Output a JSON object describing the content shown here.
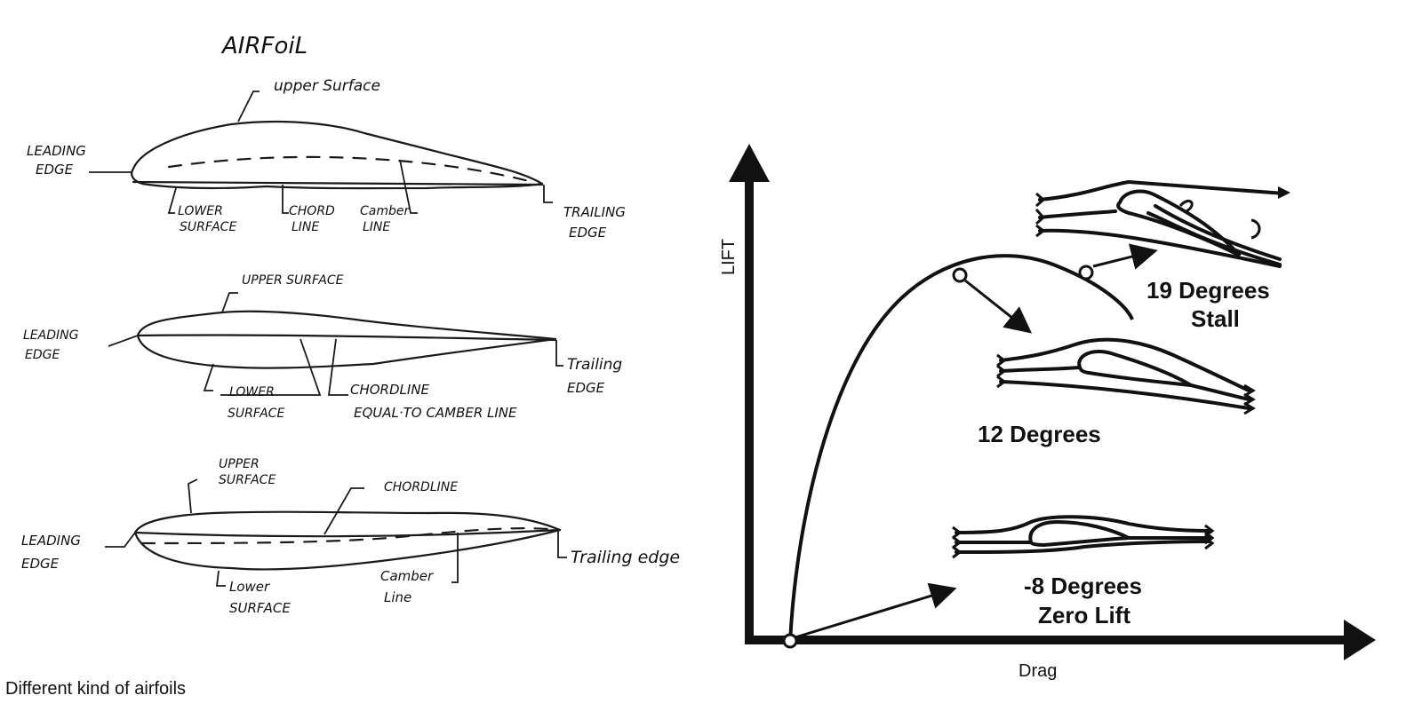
{
  "left": {
    "title": "AIRFoiL",
    "caption": "Different kind of airfoils",
    "airfoil1": {
      "upper_surface": "upper Surface",
      "leading_edge_1": "LEADING",
      "leading_edge_2": "EDGE",
      "lower_surface_1": "LOWER",
      "lower_surface_2": "SURFACE",
      "chord_line_1": "CHORD",
      "chord_line_2": "LINE",
      "camber_line_1": "Camber",
      "camber_line_2": "LINE",
      "trailing_edge_1": "TRAILING",
      "trailing_edge_2": "EDGE"
    },
    "airfoil2": {
      "upper_surface": "UPPER SURFACE",
      "leading_edge_1": "LEADING",
      "leading_edge_2": "EDGE",
      "lower_surface_1": "LOWER",
      "lower_surface_2": "SURFACE",
      "chordline_1": "CHORDLINE",
      "chordline_2": "EQUAL·TO CAMBER LINE",
      "trailing_edge_1": "Trailing",
      "trailing_edge_2": "EDGE"
    },
    "airfoil3": {
      "upper_surface_1": "UPPER",
      "upper_surface_2": "SURFACE",
      "chordline": "CHORDLINE",
      "leading_edge_1": "LEADING",
      "leading_edge_2": "EDGE",
      "lower_surface_1": "Lower",
      "lower_surface_2": "SURFACE",
      "camber_line_1": "Camber",
      "camber_line_2": "Line",
      "trailing_edge": "Trailing edge"
    }
  },
  "right": {
    "y_axis_label": "LIFT",
    "x_axis_label": "Drag",
    "states": [
      {
        "angle": "19 Degrees",
        "note": "Stall"
      },
      {
        "angle": "12 Degrees",
        "note": ""
      },
      {
        "angle": "-8 Degrees",
        "note": "Zero Lift"
      }
    ]
  }
}
